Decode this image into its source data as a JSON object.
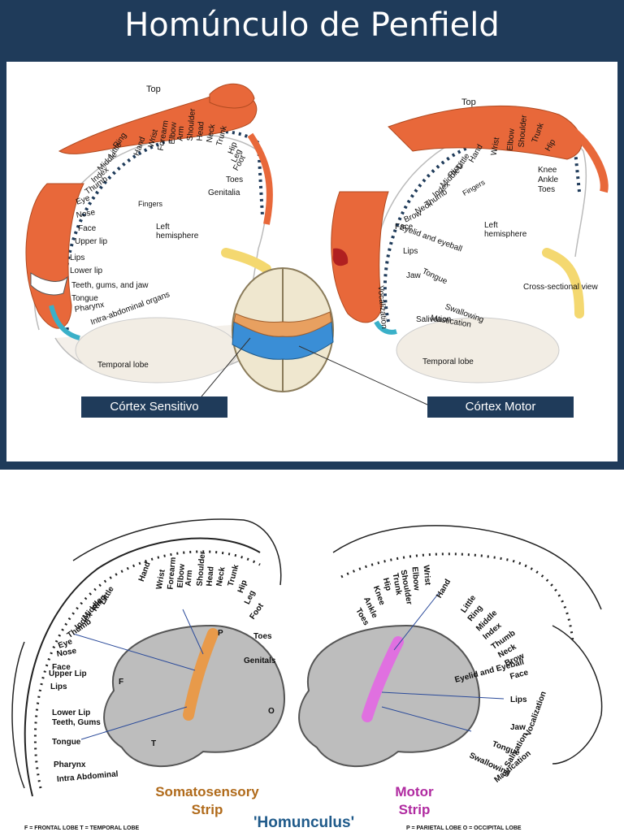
{
  "title": "Homúnculo de Penfield",
  "top": {
    "left_labels": {
      "top": "Top",
      "hemisphere": "Left\nhemisphere",
      "temporal": "Temporal lobe",
      "parts": [
        "Little",
        "Ring",
        "Middle",
        "Index",
        "Thumb",
        "Eye",
        "Nose",
        "Face",
        "Upper lip",
        "Lips",
        "Lower lip",
        "Teeth, gums, and jaw",
        "Tongue",
        "Pharynx",
        "Intra-abdominal organs"
      ],
      "arc_parts": [
        "Hand",
        "Wrist",
        "Forearm",
        "Elbow",
        "Arm",
        "Shoulder",
        "Head",
        "Neck",
        "Trunk",
        "Hip",
        "Leg",
        "Foot",
        "Toes",
        "Genitalia"
      ],
      "fingers": "Fingers"
    },
    "right_labels": {
      "top": "Top",
      "hemisphere": "Left\nhemisphere",
      "temporal": "Temporal lobe",
      "cross": "Cross-sectional view",
      "arc_parts": [
        "Hand",
        "Wrist",
        "Elbow",
        "Shoulder",
        "Trunk",
        "Hip",
        "Knee",
        "Ankle",
        "Toes"
      ],
      "parts": [
        "Little",
        "Ring",
        "Middle",
        "Index",
        "Thumb",
        "Neck",
        "Brow",
        "Eyelid and eyeball",
        "Face",
        "Lips",
        "Jaw",
        "Tongue",
        "Swallowing",
        "Mastication",
        "Salivation",
        "Vocalization"
      ],
      "fingers": "Fingers"
    },
    "badge_left": "Córtex Sensitivo",
    "badge_right": "Córtex Motor"
  },
  "bottom": {
    "left_parts": [
      "Little",
      "Ring",
      "Middle",
      "Index",
      "Thumb",
      "Eye",
      "Nose",
      "Face",
      "Upper Lip",
      "Lips",
      "Lower Lip",
      "Teeth, Gums",
      "Tongue",
      "Pharynx",
      "Intra Abdominal"
    ],
    "left_arc": [
      "Hand",
      "Wrist",
      "Forearm",
      "Elbow",
      "Arm",
      "Shoulder",
      "Head",
      "Neck",
      "Trunk",
      "Hip",
      "Leg",
      "Foot",
      "Toes",
      "Genitals"
    ],
    "right_arc": [
      "Toes",
      "Ankle",
      "Knee",
      "Hip",
      "Trunk",
      "Shoulder",
      "Elbow",
      "Wrist",
      "Hand"
    ],
    "right_parts": [
      "Little",
      "Ring",
      "Middle",
      "Index",
      "Thumb",
      "Neck",
      "Brow",
      "Eyelid and Eyeball",
      "Face",
      "Lips",
      "Jaw",
      "Tongue",
      "Swallowing",
      "Mastication",
      "Salivation",
      "Vocalization"
    ],
    "somato": "Somatosensory\nStrip",
    "motor": "Motor\nStrip",
    "homunculus": "'Homunculus'",
    "footer_left": "F = FRONTAL LOBE   T = TEMPORAL LOBE",
    "footer_right": "P = PARIETAL LOBE   O = OCCIPITAL LOBE",
    "lobe_letters": [
      "F",
      "P",
      "O",
      "T"
    ]
  },
  "colors": {
    "navy": "#1f3b5a",
    "skin": "#e8683a",
    "somato": "#e89a4a",
    "motor": "#e070e0",
    "cortex_blue": "#3a8ed6"
  }
}
